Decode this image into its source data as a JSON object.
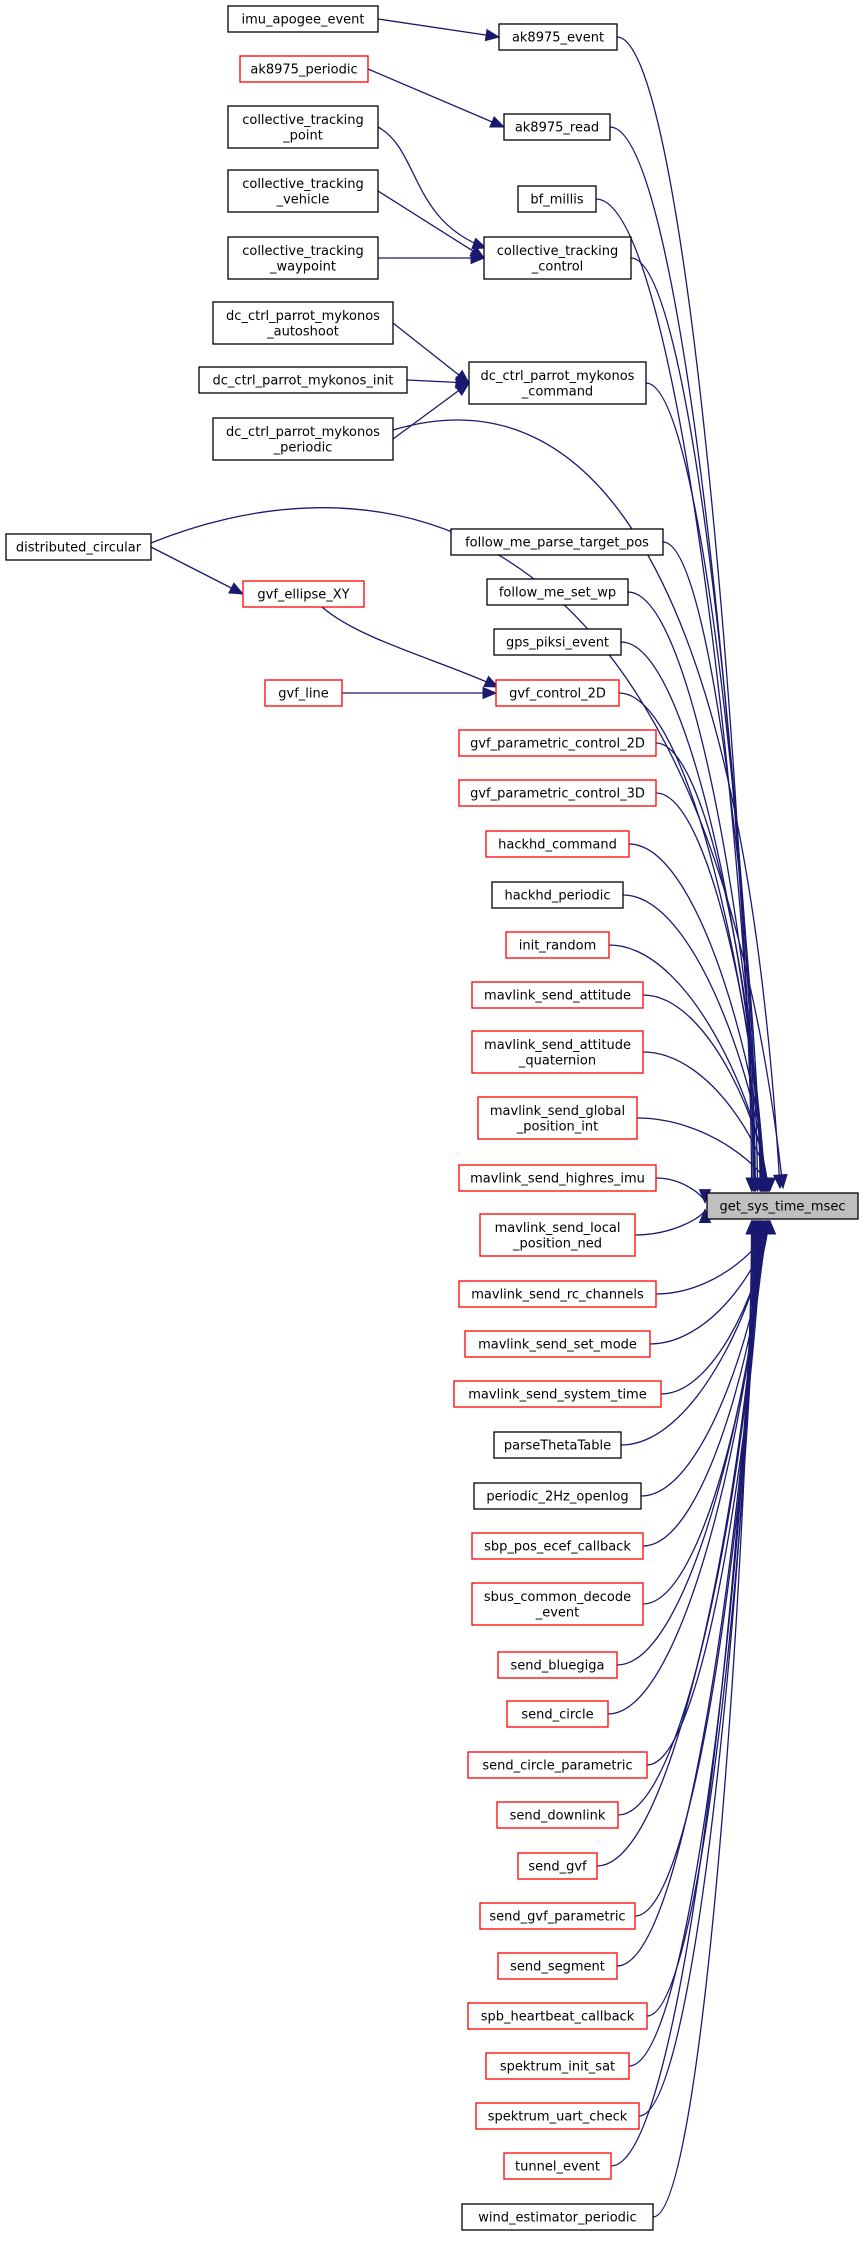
{
  "target": {
    "id": "target",
    "label": "get_sys_time_msec"
  },
  "nodes": [
    {
      "id": "imu_apogee_event",
      "lines": [
        "imu_apogee_event"
      ],
      "color": "black"
    },
    {
      "id": "ak8975_event",
      "lines": [
        "ak8975_event"
      ],
      "color": "black"
    },
    {
      "id": "ak8975_periodic",
      "lines": [
        "ak8975_periodic"
      ],
      "color": "red"
    },
    {
      "id": "ak8975_read",
      "lines": [
        "ak8975_read"
      ],
      "color": "black"
    },
    {
      "id": "ct_point",
      "lines": [
        "collective_tracking",
        "_point"
      ],
      "color": "black"
    },
    {
      "id": "bf_millis",
      "lines": [
        "bf_millis"
      ],
      "color": "black"
    },
    {
      "id": "ct_vehicle",
      "lines": [
        "collective_tracking",
        "_vehicle"
      ],
      "color": "black"
    },
    {
      "id": "ct_waypoint",
      "lines": [
        "collective_tracking",
        "_waypoint"
      ],
      "color": "black"
    },
    {
      "id": "ct_control",
      "lines": [
        "collective_tracking",
        "_control"
      ],
      "color": "black"
    },
    {
      "id": "dc_autoshoot",
      "lines": [
        "dc_ctrl_parrot_mykonos",
        "_autoshoot"
      ],
      "color": "black"
    },
    {
      "id": "dc_init",
      "lines": [
        "dc_ctrl_parrot_mykonos_init"
      ],
      "color": "black"
    },
    {
      "id": "dc_command",
      "lines": [
        "dc_ctrl_parrot_mykonos",
        "_command"
      ],
      "color": "black"
    },
    {
      "id": "dc_periodic",
      "lines": [
        "dc_ctrl_parrot_mykonos",
        "_periodic"
      ],
      "color": "black"
    },
    {
      "id": "distributed_circular",
      "lines": [
        "distributed_circular"
      ],
      "color": "black"
    },
    {
      "id": "follow_me_parse_target_pos",
      "lines": [
        "follow_me_parse_target_pos"
      ],
      "color": "black"
    },
    {
      "id": "gvf_ellipse_XY",
      "lines": [
        "gvf_ellipse_XY"
      ],
      "color": "red"
    },
    {
      "id": "follow_me_set_wp",
      "lines": [
        "follow_me_set_wp"
      ],
      "color": "black"
    },
    {
      "id": "gps_piksi_event",
      "lines": [
        "gps_piksi_event"
      ],
      "color": "black"
    },
    {
      "id": "gvf_line",
      "lines": [
        "gvf_line"
      ],
      "color": "red"
    },
    {
      "id": "gvf_control_2D",
      "lines": [
        "gvf_control_2D"
      ],
      "color": "red"
    },
    {
      "id": "gvf_parametric_control_2D",
      "lines": [
        "gvf_parametric_control_2D"
      ],
      "color": "red"
    },
    {
      "id": "gvf_parametric_control_3D",
      "lines": [
        "gvf_parametric_control_3D"
      ],
      "color": "red"
    },
    {
      "id": "hackhd_command",
      "lines": [
        "hackhd_command"
      ],
      "color": "red"
    },
    {
      "id": "hackhd_periodic",
      "lines": [
        "hackhd_periodic"
      ],
      "color": "black"
    },
    {
      "id": "init_random",
      "lines": [
        "init_random"
      ],
      "color": "red"
    },
    {
      "id": "mavlink_send_attitude",
      "lines": [
        "mavlink_send_attitude"
      ],
      "color": "red"
    },
    {
      "id": "mavlink_send_attitude_quaternion",
      "lines": [
        "mavlink_send_attitude",
        "_quaternion"
      ],
      "color": "red"
    },
    {
      "id": "mavlink_send_global_position_int",
      "lines": [
        "mavlink_send_global",
        "_position_int"
      ],
      "color": "red"
    },
    {
      "id": "mavlink_send_highres_imu",
      "lines": [
        "mavlink_send_highres_imu"
      ],
      "color": "red"
    },
    {
      "id": "mavlink_send_local_position_ned",
      "lines": [
        "mavlink_send_local",
        "_position_ned"
      ],
      "color": "red"
    },
    {
      "id": "mavlink_send_rc_channels",
      "lines": [
        "mavlink_send_rc_channels"
      ],
      "color": "red"
    },
    {
      "id": "mavlink_send_set_mode",
      "lines": [
        "mavlink_send_set_mode"
      ],
      "color": "red"
    },
    {
      "id": "mavlink_send_system_time",
      "lines": [
        "mavlink_send_system_time"
      ],
      "color": "red"
    },
    {
      "id": "parseThetaTable",
      "lines": [
        "parseThetaTable"
      ],
      "color": "black"
    },
    {
      "id": "periodic_2Hz_openlog",
      "lines": [
        "periodic_2Hz_openlog"
      ],
      "color": "black"
    },
    {
      "id": "sbp_pos_ecef_callback",
      "lines": [
        "sbp_pos_ecef_callback"
      ],
      "color": "red"
    },
    {
      "id": "sbus_common_decode_event",
      "lines": [
        "sbus_common_decode",
        "_event"
      ],
      "color": "red"
    },
    {
      "id": "send_bluegiga",
      "lines": [
        "send_bluegiga"
      ],
      "color": "red"
    },
    {
      "id": "send_circle",
      "lines": [
        "send_circle"
      ],
      "color": "red"
    },
    {
      "id": "send_circle_parametric",
      "lines": [
        "send_circle_parametric"
      ],
      "color": "red"
    },
    {
      "id": "send_downlink",
      "lines": [
        "send_downlink"
      ],
      "color": "red"
    },
    {
      "id": "send_gvf",
      "lines": [
        "send_gvf"
      ],
      "color": "red"
    },
    {
      "id": "send_gvf_parametric",
      "lines": [
        "send_gvf_parametric"
      ],
      "color": "red"
    },
    {
      "id": "send_segment",
      "lines": [
        "send_segment"
      ],
      "color": "red"
    },
    {
      "id": "spb_heartbeat_callback",
      "lines": [
        "spb_heartbeat_callback"
      ],
      "color": "red"
    },
    {
      "id": "spektrum_init_sat",
      "lines": [
        "spektrum_init_sat"
      ],
      "color": "red"
    },
    {
      "id": "spektrum_uart_check",
      "lines": [
        "spektrum_uart_check"
      ],
      "color": "red"
    },
    {
      "id": "tunnel_event",
      "lines": [
        "tunnel_event"
      ],
      "color": "red"
    },
    {
      "id": "wind_estimator_periodic",
      "lines": [
        "wind_estimator_periodic"
      ],
      "color": "black"
    }
  ],
  "edges": [
    [
      "imu_apogee_event",
      "ak8975_event"
    ],
    [
      "ak8975_periodic",
      "ak8975_read"
    ],
    [
      "ct_point",
      "ct_control"
    ],
    [
      "ct_vehicle",
      "ct_control"
    ],
    [
      "ct_waypoint",
      "ct_control"
    ],
    [
      "dc_autoshoot",
      "dc_command"
    ],
    [
      "dc_init",
      "dc_command"
    ],
    [
      "dc_periodic",
      "dc_command"
    ],
    [
      "distributed_circular",
      "gvf_ellipse_XY"
    ],
    [
      "gvf_ellipse_XY",
      "gvf_control_2D"
    ],
    [
      "gvf_line",
      "gvf_control_2D"
    ],
    [
      "ak8975_event",
      "target"
    ],
    [
      "ak8975_read",
      "target"
    ],
    [
      "bf_millis",
      "target"
    ],
    [
      "ct_control",
      "target"
    ],
    [
      "dc_command",
      "target"
    ],
    [
      "dc_periodic",
      "target"
    ],
    [
      "distributed_circular",
      "target"
    ],
    [
      "follow_me_parse_target_pos",
      "target"
    ],
    [
      "follow_me_set_wp",
      "target"
    ],
    [
      "gps_piksi_event",
      "target"
    ],
    [
      "gvf_control_2D",
      "target"
    ],
    [
      "gvf_parametric_control_2D",
      "target"
    ],
    [
      "gvf_parametric_control_3D",
      "target"
    ],
    [
      "hackhd_command",
      "target"
    ],
    [
      "hackhd_periodic",
      "target"
    ],
    [
      "init_random",
      "target"
    ],
    [
      "mavlink_send_attitude",
      "target"
    ],
    [
      "mavlink_send_attitude_quaternion",
      "target"
    ],
    [
      "mavlink_send_global_position_int",
      "target"
    ],
    [
      "mavlink_send_highres_imu",
      "target"
    ],
    [
      "mavlink_send_local_position_ned",
      "target"
    ],
    [
      "mavlink_send_rc_channels",
      "target"
    ],
    [
      "mavlink_send_set_mode",
      "target"
    ],
    [
      "mavlink_send_system_time",
      "target"
    ],
    [
      "parseThetaTable",
      "target"
    ],
    [
      "periodic_2Hz_openlog",
      "target"
    ],
    [
      "sbp_pos_ecef_callback",
      "target"
    ],
    [
      "sbus_common_decode_event",
      "target"
    ],
    [
      "send_bluegiga",
      "target"
    ],
    [
      "send_circle",
      "target"
    ],
    [
      "send_circle_parametric",
      "target"
    ],
    [
      "send_downlink",
      "target"
    ],
    [
      "send_gvf",
      "target"
    ],
    [
      "send_gvf_parametric",
      "target"
    ],
    [
      "send_segment",
      "target"
    ],
    [
      "spb_heartbeat_callback",
      "target"
    ],
    [
      "spektrum_init_sat",
      "target"
    ],
    [
      "spektrum_uart_check",
      "target"
    ],
    [
      "tunnel_event",
      "target"
    ],
    [
      "wind_estimator_periodic",
      "target"
    ]
  ]
}
